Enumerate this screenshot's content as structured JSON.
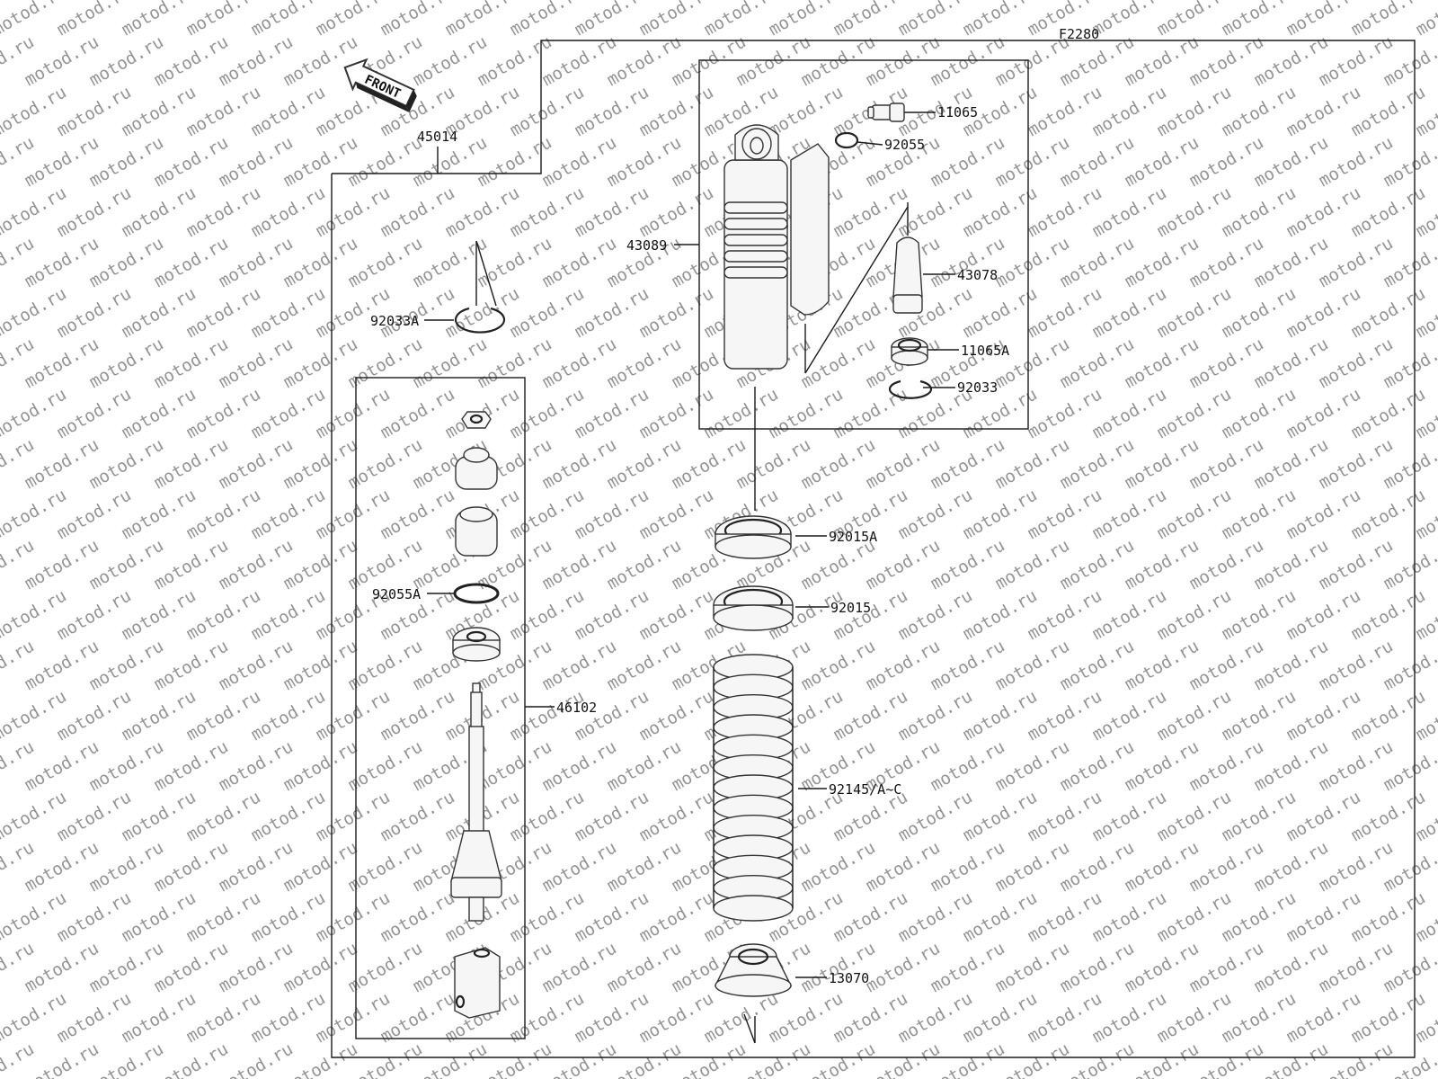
{
  "figure_code": "F2280",
  "front_label": "FRONT",
  "watermark": "motod.ru",
  "parts": {
    "assembly": "45014",
    "bleed_valve": "11065",
    "o_ring_small": "92055",
    "shock_body": "43089",
    "bladder": "43078",
    "reservoir_cap": "11065A",
    "circlip_reservoir": "92033",
    "circlip_top": "92033A",
    "lock_nut": "92015A",
    "adjust_nut": "92015",
    "o_ring_rod": "92055A",
    "piston_rod_assy": "46102",
    "spring": "92145/A~C",
    "spring_guide": "13070"
  }
}
